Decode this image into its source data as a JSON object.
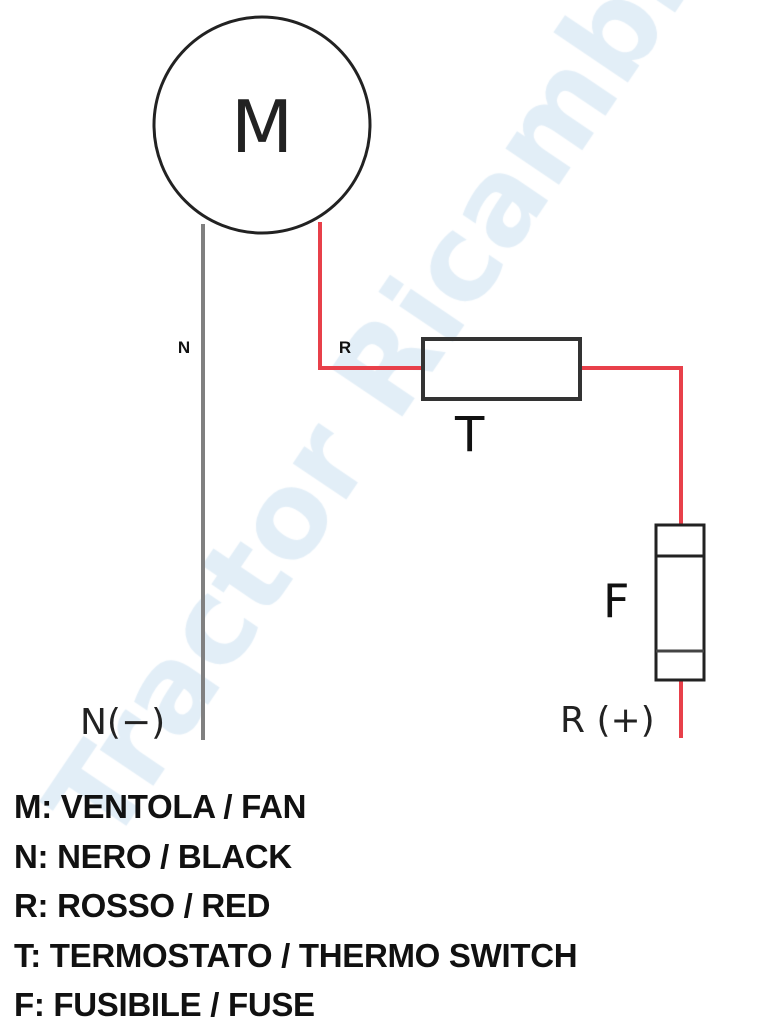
{
  "watermark": "Tractor Ricambi",
  "diagram": {
    "motor_label": "M",
    "wire_n_label": "N",
    "wire_r_label": "R",
    "thermostat_label": "T",
    "fuse_label": "F",
    "terminal_negative": "N(−)",
    "terminal_positive": "R (+)"
  },
  "legend": [
    "M: VENTOLA / FAN",
    "N: NERO / BLACK",
    "R: ROSSO / RED",
    "T: TERMOSTATO / THERMO SWITCH",
    "F: FUSIBILE / FUSE"
  ],
  "colors": {
    "red_wire": "#e8404a",
    "neutral_wire": "#808080",
    "watermark": "#e2eef7"
  }
}
